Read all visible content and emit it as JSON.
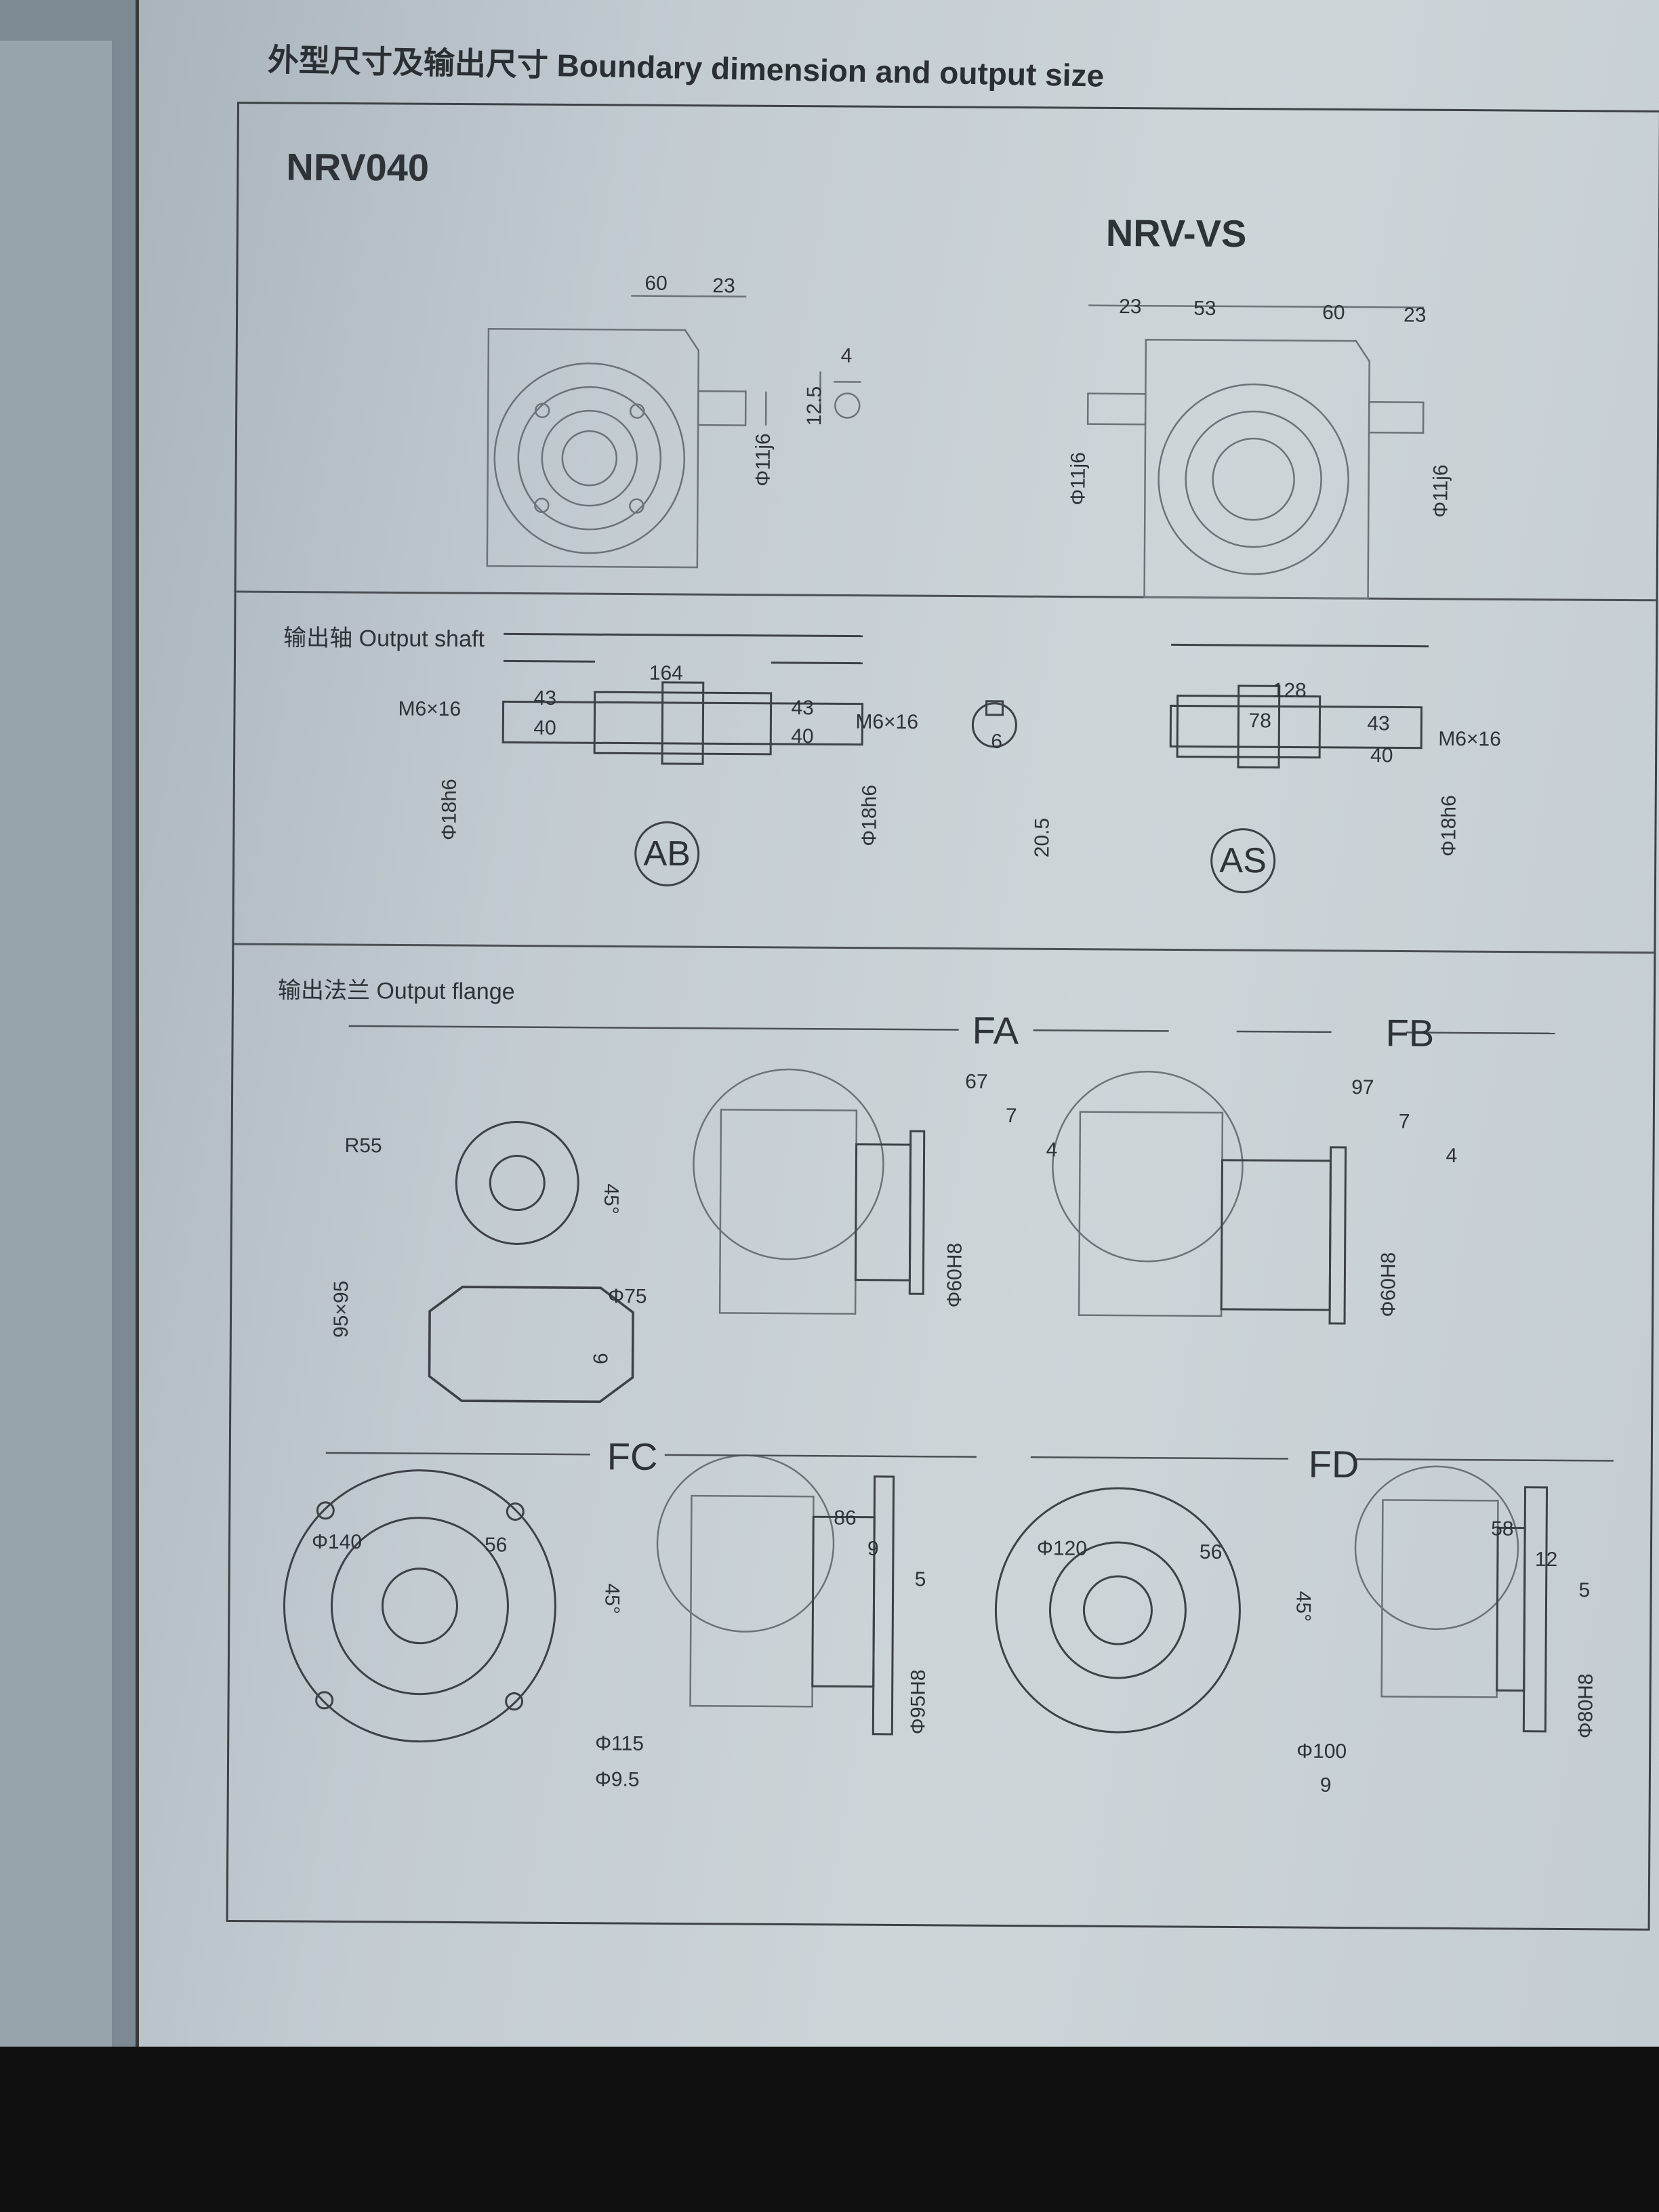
{
  "header": {
    "title": "外型尺寸及输出尺寸 Boundary dimension and output size"
  },
  "model": {
    "name": "NRV040",
    "variant": "NRV-VS"
  },
  "top_dims": {
    "nrv_a": "60",
    "nrv_b": "23",
    "nrv_shaft": "Φ11j6",
    "key_w": "4",
    "key_h": "12.5",
    "vs_a": "23",
    "vs_b": "53",
    "vs_c": "60",
    "vs_d": "23",
    "vs_shaft_l": "Φ11j6",
    "vs_shaft_r": "Φ11j6"
  },
  "output_shaft": {
    "title": "输出轴 Output shaft",
    "ab": {
      "label": "AB",
      "total": "164",
      "l43": "43",
      "l40": "40",
      "r43": "43",
      "r40": "40",
      "thread_l": "M6×16",
      "thread_r": "M6×16",
      "dia_l": "Φ18h6",
      "dia_r": "Φ18h6"
    },
    "key": {
      "w": "6",
      "h": "20.5"
    },
    "as": {
      "label": "AS",
      "total": "128",
      "a": "78",
      "b": "43",
      "c": "40",
      "thread": "M6×16",
      "dia": "Φ18h6"
    }
  },
  "output_flange": {
    "title": "输出法兰  Output flange",
    "fa": {
      "label": "FA",
      "r": "R55",
      "square": "95×95",
      "angle": "45°",
      "pcd": "Φ75",
      "hole": "9",
      "len": "67",
      "a": "7",
      "b": "4",
      "spigot": "Φ60H8"
    },
    "fb": {
      "label": "FB",
      "len": "97",
      "a": "7",
      "b": "4",
      "spigot": "Φ60H8"
    },
    "fc": {
      "label": "FC",
      "od": "Φ140",
      "half": "56",
      "angle": "45°",
      "pcd": "Φ115",
      "hole": "Φ9.5",
      "len": "86",
      "a": "9",
      "b": "5",
      "spigot": "Φ95H8"
    },
    "fd": {
      "label": "FD",
      "od": "Φ120",
      "half": "56",
      "angle": "45°",
      "pcd": "Φ100",
      "hole": "9",
      "len": "58",
      "a": "12",
      "b": "5",
      "spigot": "Φ80H8"
    }
  }
}
